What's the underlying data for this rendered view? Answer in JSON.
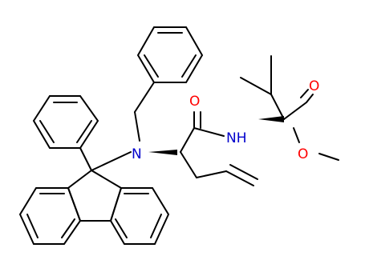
{
  "molecule": {
    "atoms": {
      "oxygen_amide": "O",
      "oxygen_ester_carbonyl": "O",
      "oxygen_ester_ether": "O",
      "nitrogen_amine": "N",
      "nitrogen_amide": "NH"
    },
    "colors": {
      "bond": "#000000",
      "oxygen": "#ff0000",
      "nitrogen": "#0000cc"
    }
  }
}
